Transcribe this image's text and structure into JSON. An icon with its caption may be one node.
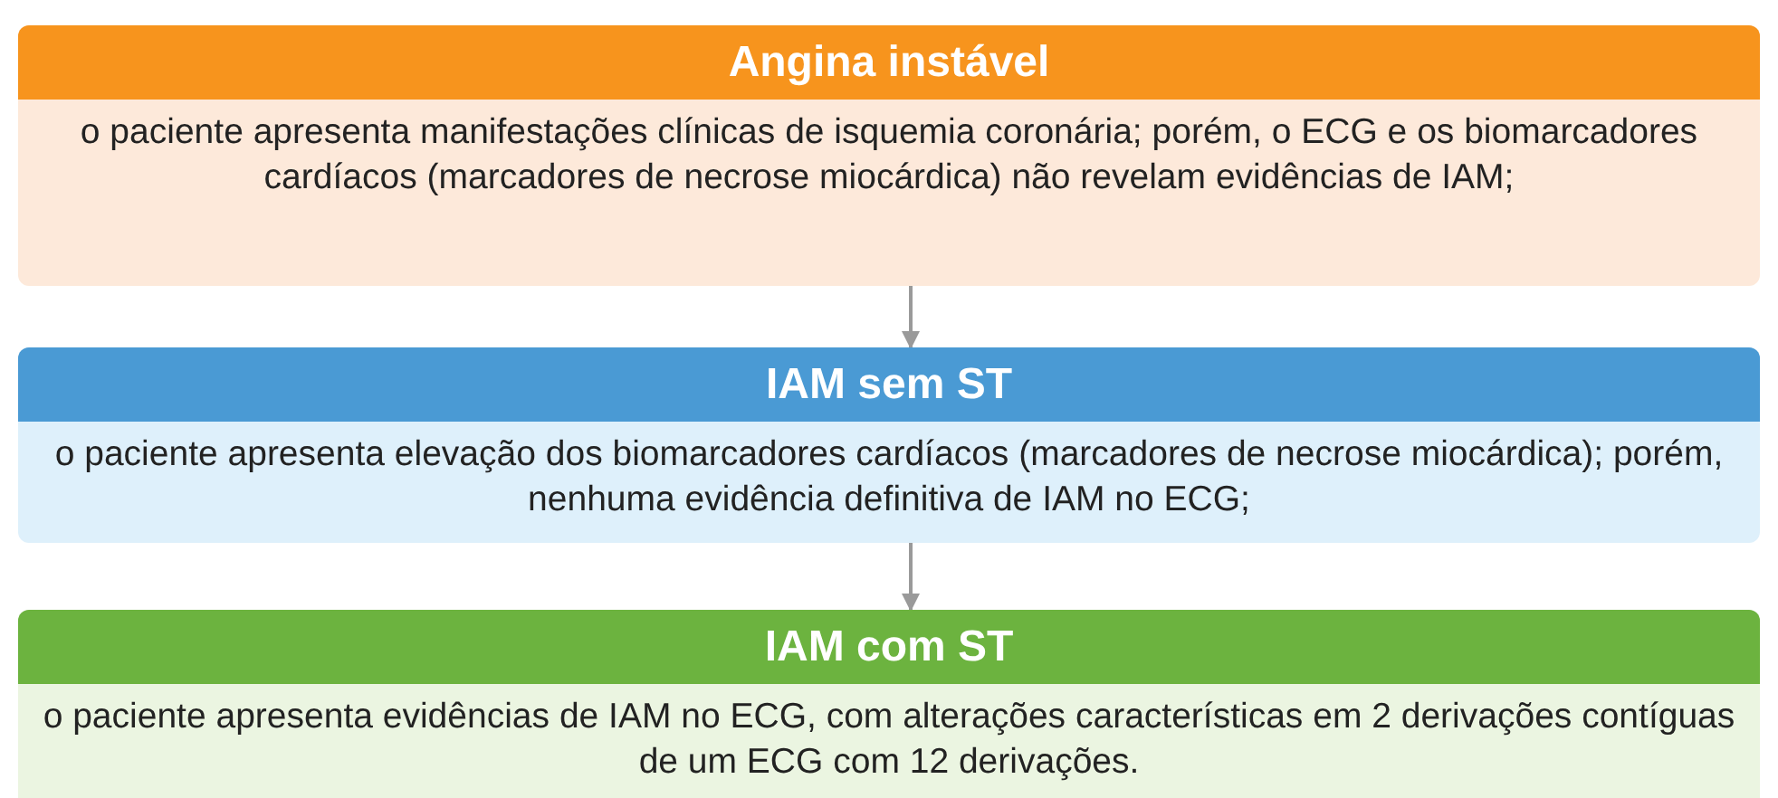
{
  "diagram": {
    "nodes": [
      {
        "text": [
          "Angina instável",
          "o paciente apresenta manifestações clínicas de isquemia coronária; porém, o ECG e os biomarcadores cardíacos (marcadores de necrose miocárdica) não revelam evidências de IAM;"
        ]
      },
      {
        "text": [
          "IAM sem ST",
          "o paciente apresenta elevação dos biomarcadores cardíacos (marcadores de necrose miocárdica); porém, nenhuma evidência definitiva de IAM no ECG;"
        ]
      },
      {
        "text": [
          "IAM com ST",
          "o paciente apresenta evidências de IAM no ECG, com alterações características em 2 derivações contíguas de um ECG com 12 derivações."
        ]
      }
    ],
    "edges": [
      {
        "from": 0,
        "to": 1,
        "arrow": "to"
      },
      {
        "from": 1,
        "to": 2,
        "arrow": "to"
      }
    ]
  }
}
